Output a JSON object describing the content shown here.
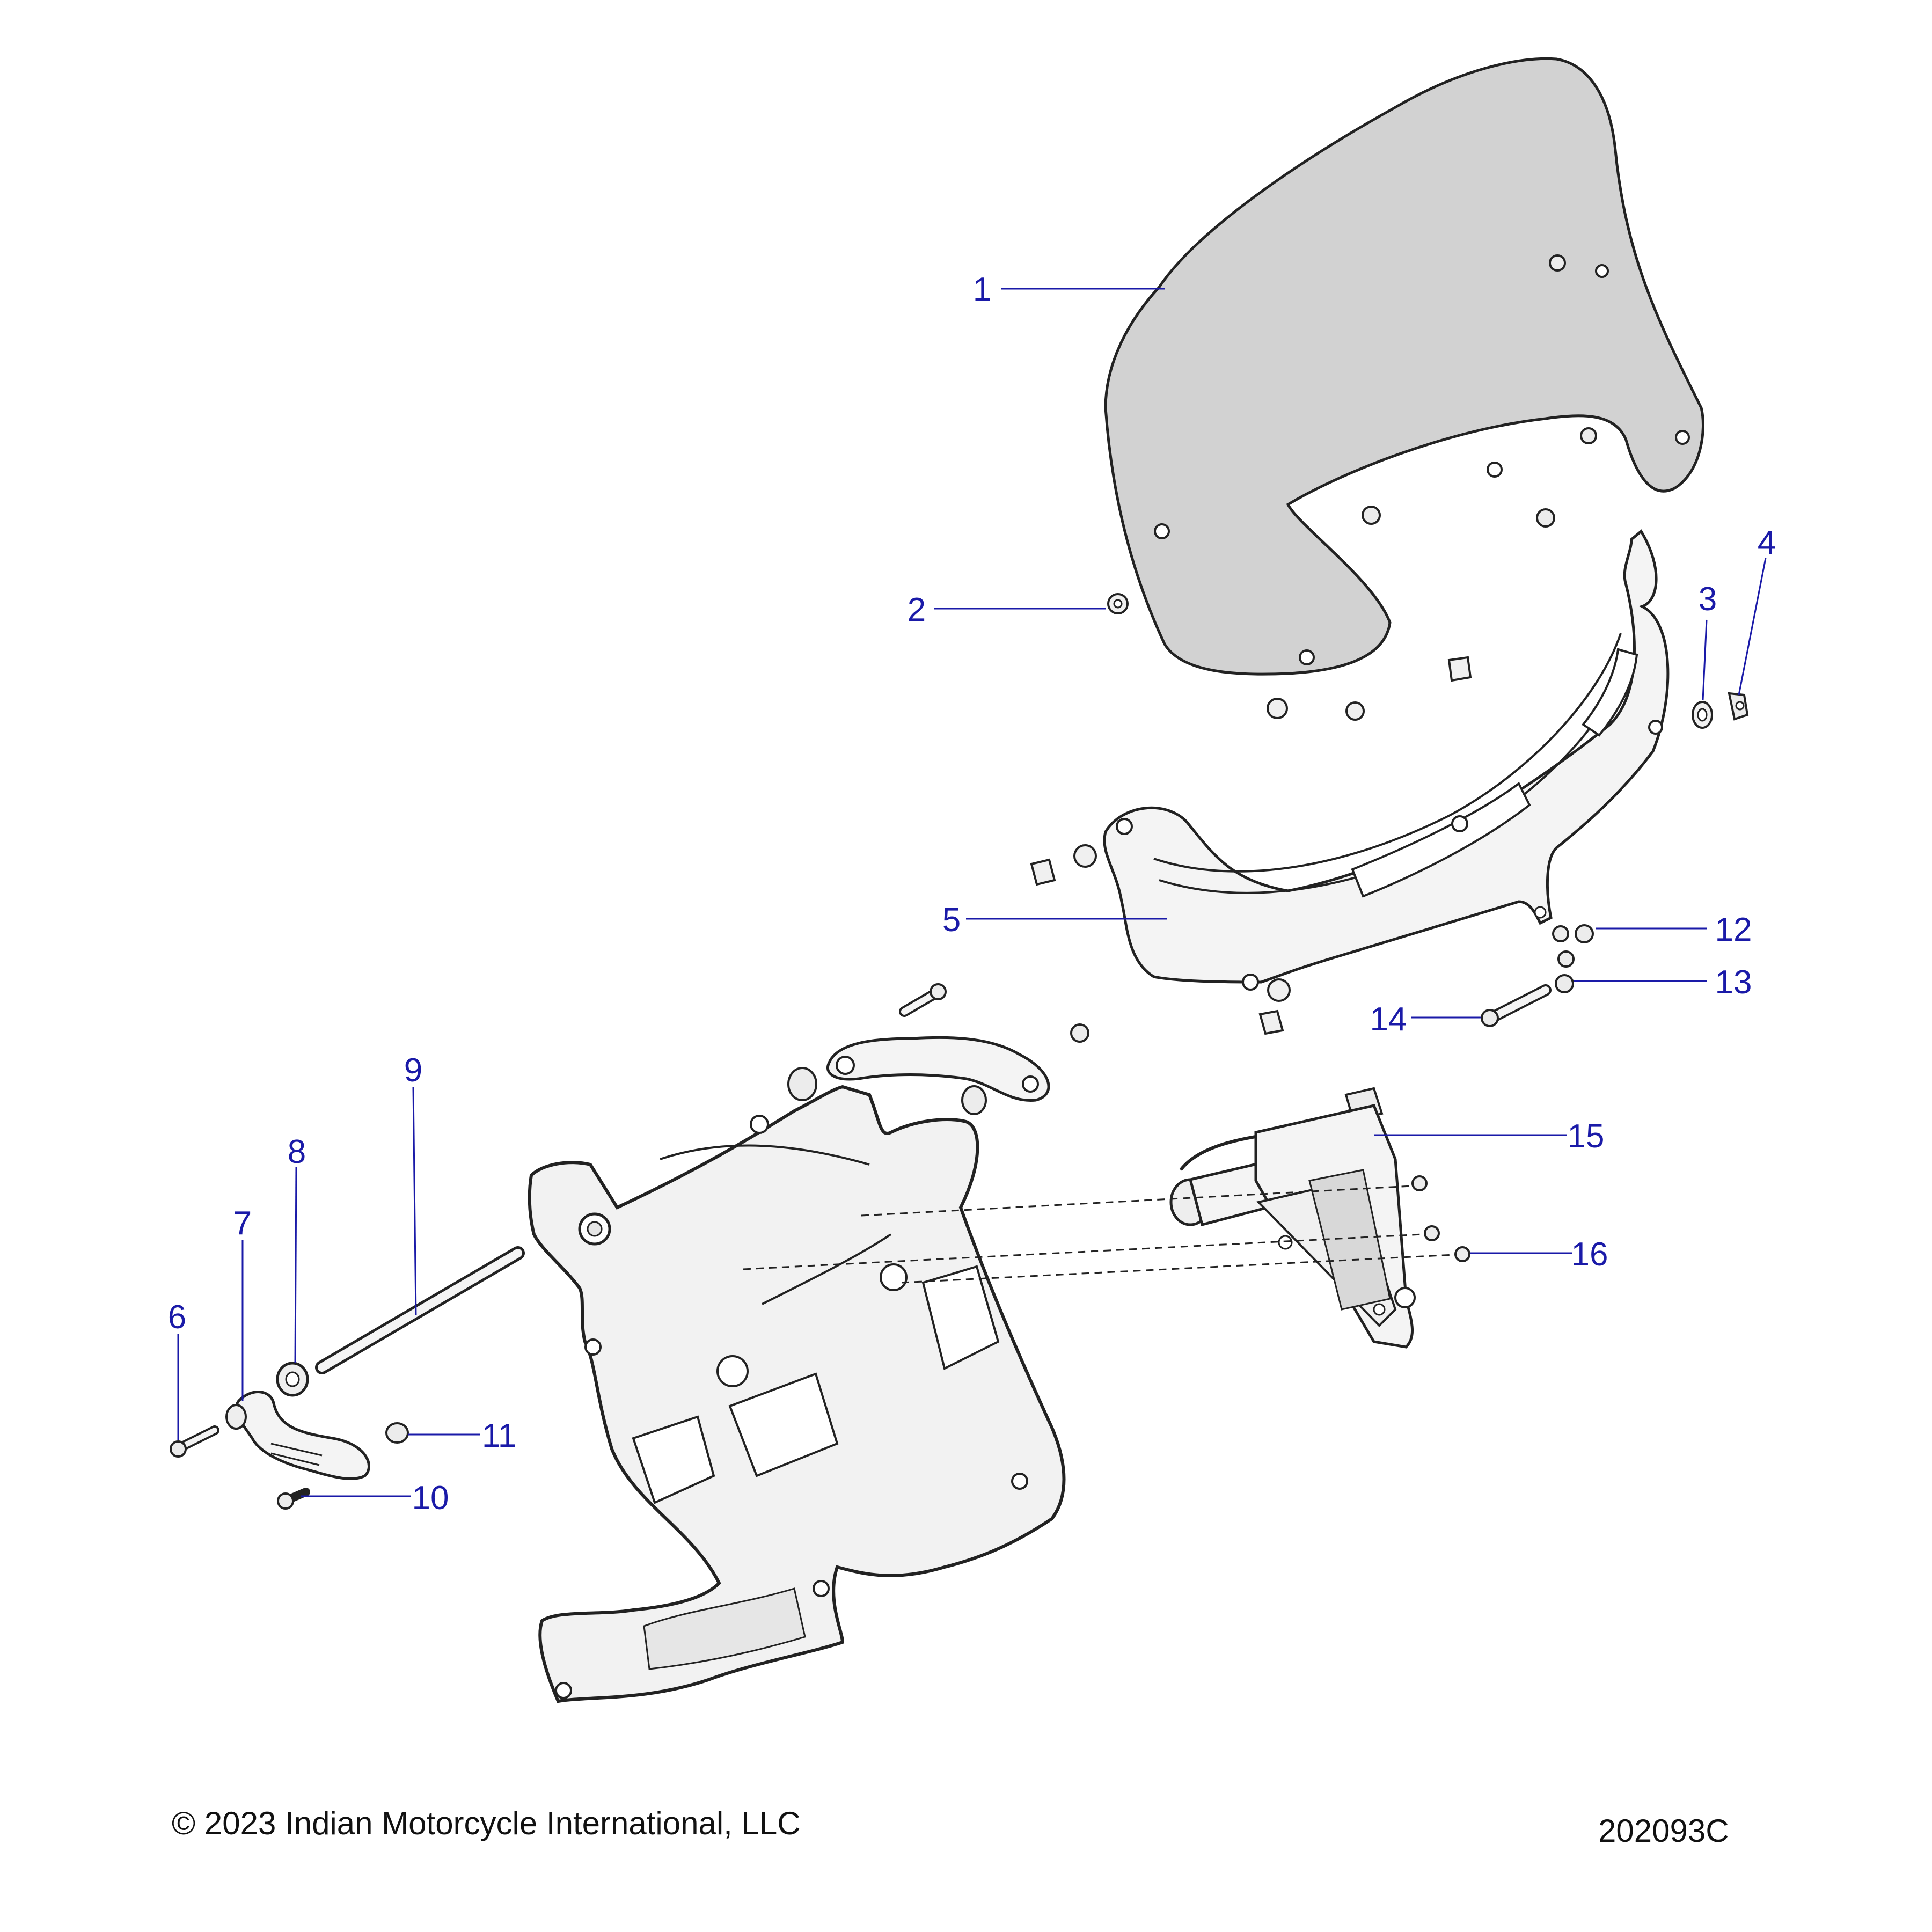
{
  "diagram": {
    "callouts": [
      {
        "id": "1",
        "label": "1"
      },
      {
        "id": "2",
        "label": "2"
      },
      {
        "id": "3",
        "label": "3"
      },
      {
        "id": "4",
        "label": "4"
      },
      {
        "id": "5",
        "label": "5"
      },
      {
        "id": "6",
        "label": "6"
      },
      {
        "id": "7",
        "label": "7"
      },
      {
        "id": "8",
        "label": "8"
      },
      {
        "id": "9",
        "label": "9"
      },
      {
        "id": "10",
        "label": "10"
      },
      {
        "id": "11",
        "label": "11"
      },
      {
        "id": "12",
        "label": "12"
      },
      {
        "id": "13",
        "label": "13"
      },
      {
        "id": "14",
        "label": "14"
      },
      {
        "id": "15",
        "label": "15"
      },
      {
        "id": "16",
        "label": "16"
      }
    ],
    "colors": {
      "callout_text": "#1a1aa8",
      "leader_line": "#1a1aa8",
      "part_outline": "#222222",
      "windshield_fill": "#d2d2d2",
      "part_fill": "#f2f2f2"
    }
  },
  "footer": {
    "copyright": "© 2023 Indian Motorcycle International, LLC",
    "document_number": "202093C"
  }
}
